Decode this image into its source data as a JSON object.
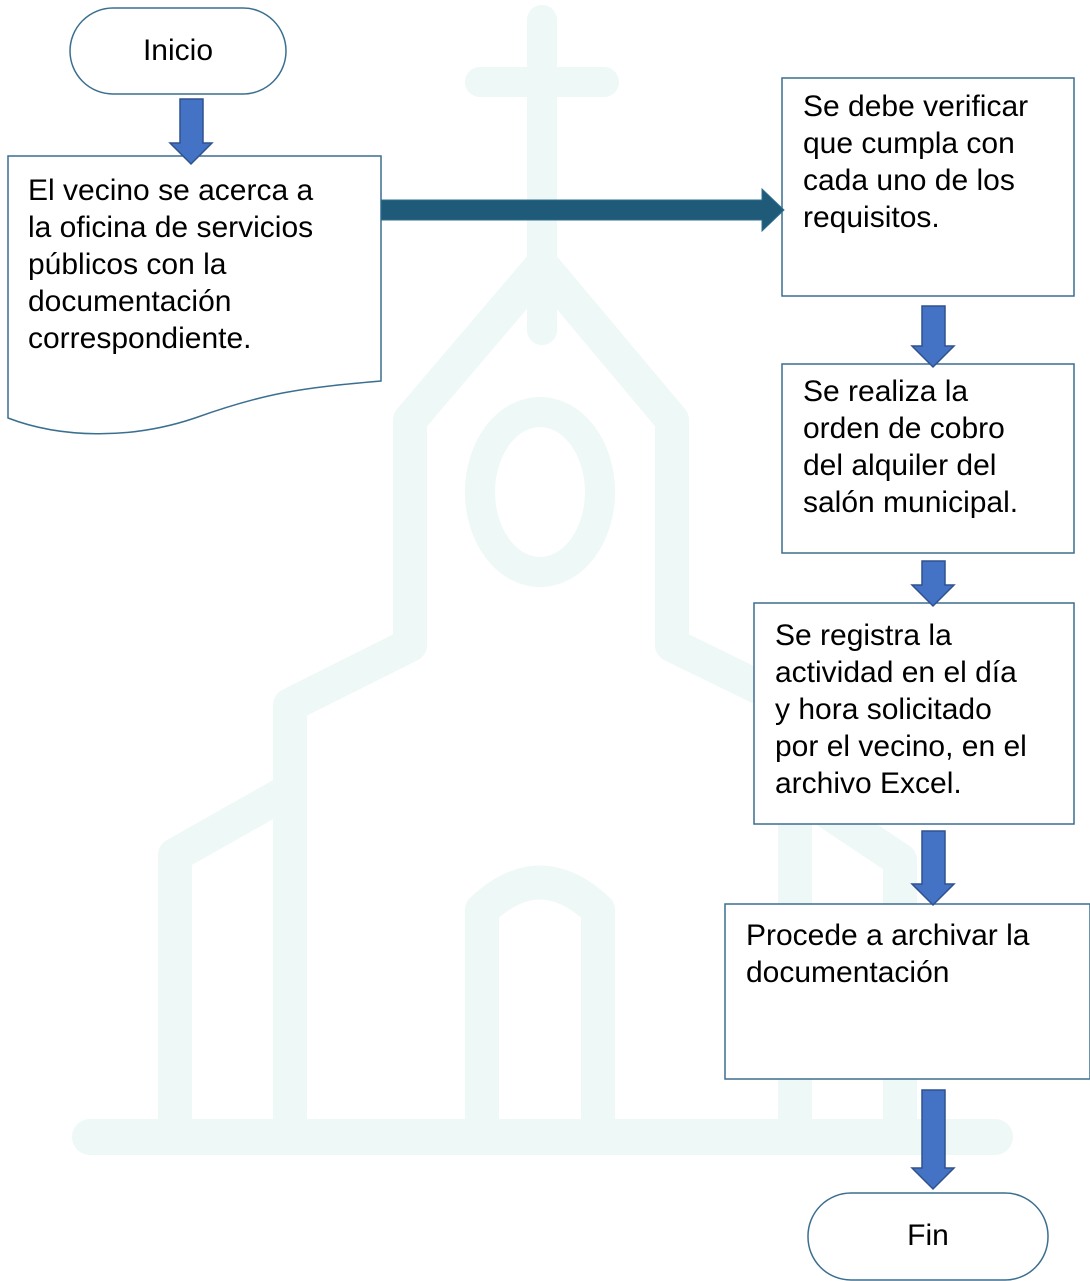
{
  "colors": {
    "arrow_fill": "#4472C4",
    "arrow_stroke": "#2F528F",
    "connector_fill": "#1F5A78",
    "connector_stroke": "#2E6F8E",
    "box_stroke": "#3B6F8F",
    "watermark": "#EEF8F6"
  },
  "watermark": {
    "icon": "church-icon"
  },
  "nodes": {
    "start": "Inicio",
    "step1": "El vecino se acerca a\nla oficina de servicios\npúblicos con la\ndocumentación\ncorrespondiente.",
    "step2": "Se debe verificar\nque cumpla con\ncada uno de los\nrequisitos.",
    "step3": "Se realiza la\norden de cobro\ndel alquiler del\nsalón municipal.",
    "step4": "Se registra la\nactividad en el día\ny hora solicitado\npor el vecino, en el\narchivo Excel.",
    "step5": "Procede a archivar la\ndocumentación",
    "end": "Fin"
  }
}
